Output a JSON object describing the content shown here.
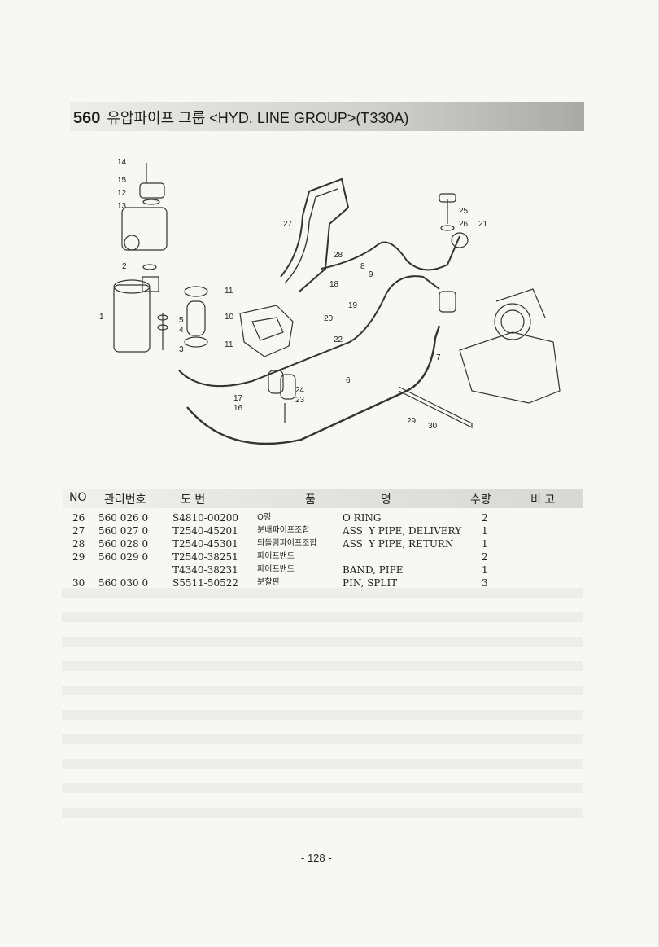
{
  "header": {
    "section_number": "560",
    "title": "유압파이프 그룹 <HYD. LINE GROUP>(T330A)"
  },
  "diagram": {
    "callouts": [
      "14",
      "15",
      "12",
      "13",
      "2",
      "1",
      "5",
      "4",
      "3",
      "11",
      "10",
      "11",
      "27",
      "28",
      "8",
      "9",
      "18",
      "19",
      "20",
      "22",
      "6",
      "17",
      "16",
      "24",
      "23",
      "25",
      "26",
      "21",
      "7",
      "29",
      "30"
    ]
  },
  "table": {
    "headers": [
      "NO",
      "관리번호",
      "도   번",
      "품",
      "명",
      "수량",
      "비 고"
    ],
    "rows": [
      {
        "no": "26",
        "mgmt": "560  026  0",
        "part": "S4810-00200",
        "name_kr": "O링",
        "name_en": "O RING",
        "qty": "2",
        "note": ""
      },
      {
        "no": "27",
        "mgmt": "560  027  0",
        "part": "T2540-45201",
        "name_kr": "분배파이프조합",
        "name_en": "ASS' Y PIPE, DELIVERY",
        "qty": "1",
        "note": ""
      },
      {
        "no": "28",
        "mgmt": "560  028  0",
        "part": "T2540-45301",
        "name_kr": "되돌림파이프조합",
        "name_en": "ASS' Y PIPE, RETURN",
        "qty": "1",
        "note": ""
      },
      {
        "no": "29",
        "mgmt": "560  029  0",
        "part": "T2540-38251",
        "name_kr": "파이프밴드",
        "name_en": "",
        "qty": "2",
        "note": ""
      },
      {
        "no": "",
        "mgmt": "",
        "part": "T4340-38231",
        "name_kr": "파이프밴드",
        "name_en": "BAND, PIPE",
        "qty": "1",
        "note": ""
      },
      {
        "no": "30",
        "mgmt": "560  030  0",
        "part": "S5511-50522",
        "name_kr": "분할핀",
        "name_en": "PIN, SPLIT",
        "qty": "3",
        "note": ""
      }
    ]
  },
  "footer": {
    "page_number": "- 128 -"
  }
}
